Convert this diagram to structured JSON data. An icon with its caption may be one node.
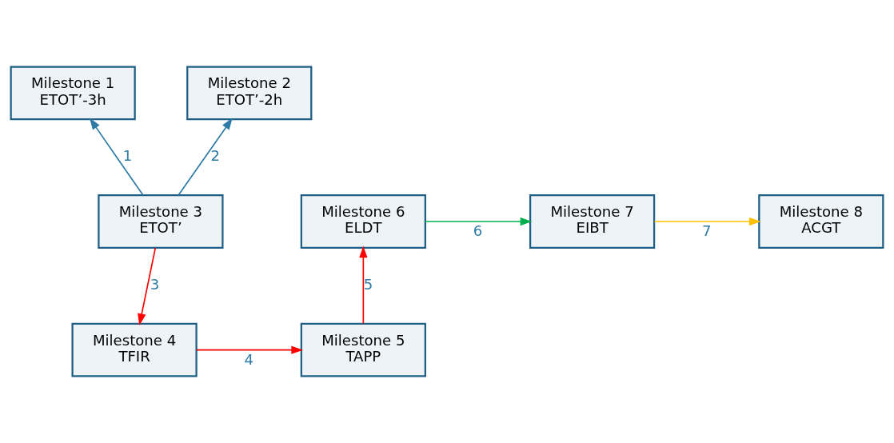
{
  "diagram": {
    "nodes": [
      {
        "text": [
          "Milestone 1",
          "ETOT’-3h"
        ]
      },
      {
        "text": [
          "Milestone 2",
          "ETOT’-2h"
        ]
      },
      {
        "text": [
          "Milestone 3",
          "ETOT’"
        ]
      },
      {
        "text": [
          "Milestone 4",
          "TFIR"
        ]
      },
      {
        "text": [
          "Milestone 5",
          "TAPP"
        ]
      },
      {
        "text": [
          "Milestone 6",
          "ELDT"
        ]
      },
      {
        "text": [
          "Milestone 7",
          "EIBT"
        ]
      },
      {
        "text": [
          "Milestone 8",
          "ACGT"
        ]
      }
    ],
    "edges": [
      {
        "from": 2,
        "to": 0,
        "arrow": "to",
        "label": "1",
        "color": "#2e7ba6"
      },
      {
        "from": 2,
        "to": 1,
        "arrow": "to",
        "label": "2",
        "color": "#2e7ba6"
      },
      {
        "from": 2,
        "to": 3,
        "arrow": "to",
        "label": "3",
        "color": "#ff0000"
      },
      {
        "from": 3,
        "to": 4,
        "arrow": "to",
        "label": "4",
        "color": "#ff0000"
      },
      {
        "from": 4,
        "to": 5,
        "arrow": "to",
        "label": "5",
        "color": "#ff0000"
      },
      {
        "from": 5,
        "to": 6,
        "arrow": "to",
        "label": "6",
        "color": "#00b050"
      },
      {
        "from": 6,
        "to": 7,
        "arrow": "to",
        "label": "7",
        "color": "#ffc000"
      }
    ]
  }
}
